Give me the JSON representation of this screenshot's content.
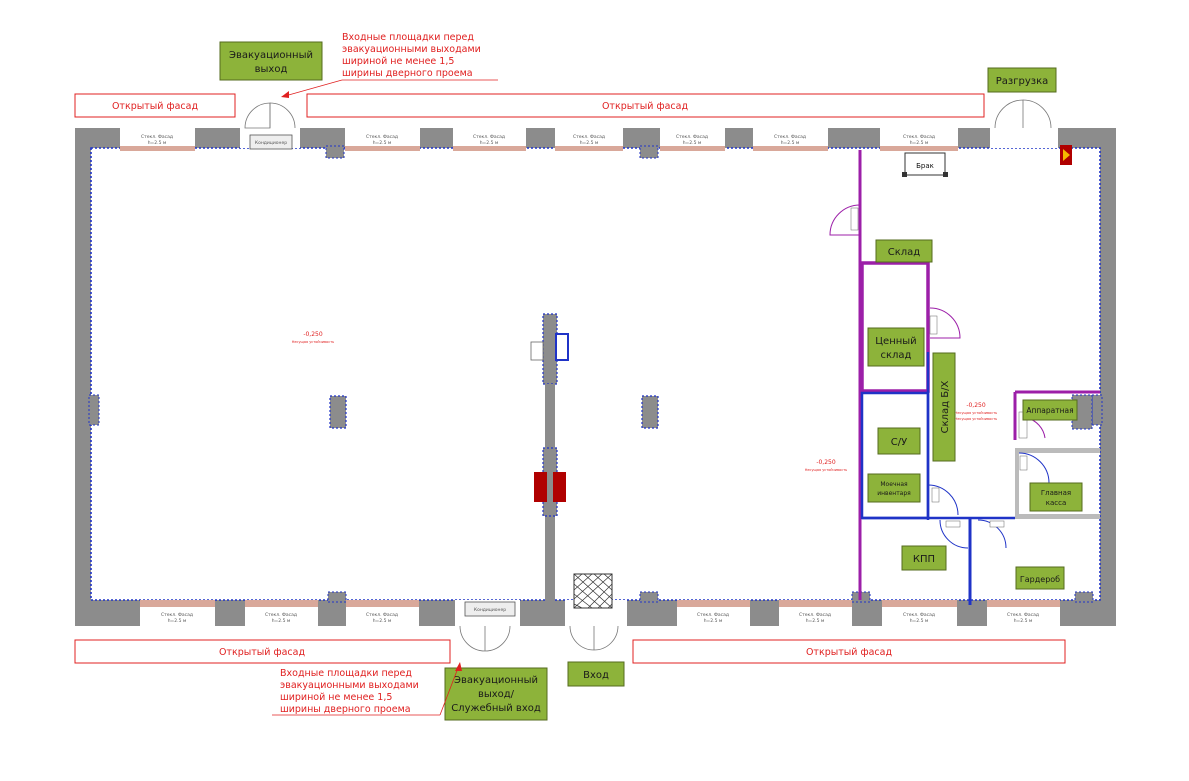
{
  "labels": {
    "evac_exit_top": [
      "Эвакуационный",
      "выход"
    ],
    "unloading": "Разгрузка",
    "storage": "Склад",
    "valuables_storage": [
      "Ценный",
      "склад"
    ],
    "storage_bh": "Склад Б/Х",
    "wc": "С/У",
    "washing_equipment": [
      "Моечная",
      "инвентаря"
    ],
    "equipment_room": "Аппаратная",
    "main_cash": [
      "Главная",
      "касса"
    ],
    "checkpoint": "КПП",
    "wardrobe": "Гардероб",
    "entrance": "Вход",
    "evac_exit_bottom": [
      "Эвакуационный",
      "выход/",
      "Служебный вход"
    ],
    "brak": "Брак"
  },
  "facade_label": "Открытый фасад",
  "annotation_note": [
    "Входные площадки перед",
    "эвакуационными выходами",
    "шириной не менее 1,5",
    "ширины дверного проема"
  ],
  "level_marks": {
    "main_hall": {
      "value": "-0,250",
      "note": "Несущая устойчивость"
    },
    "mid": {
      "value": "-0,250",
      "note": "Несущая устойчивость"
    },
    "right": {
      "value": "-0,250",
      "note": "Несущая устойчивость",
      "note2": "Несущая устойчивость"
    }
  },
  "window_note": [
    "Стекл. Фасад",
    "h=2.5 м"
  ],
  "device_label": "Кондиционер",
  "colors": {
    "wall": "#8c8c8c",
    "green_box": "#8db33a",
    "red_line": "#e02020",
    "purple": "#9c1fa8",
    "blue": "#1f33c7",
    "window": "#d9a89a",
    "column_red": "#b00000"
  }
}
